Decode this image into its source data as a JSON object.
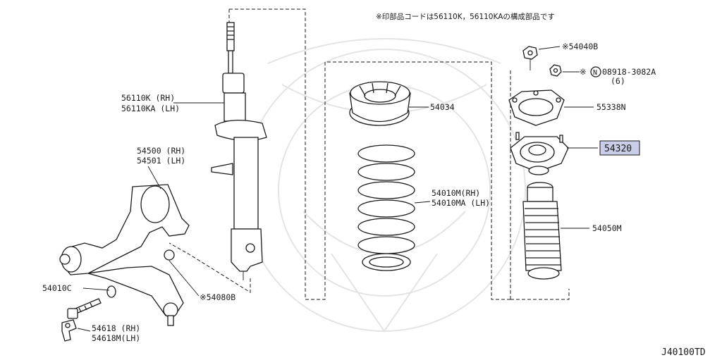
{
  "note": "※印部品コードは56110K，56110KAの構成部品です",
  "diagram_id": "J40100TD",
  "highlight_color": "#c9cde8",
  "parts": {
    "strut": [
      "56110K (RH)",
      "56110KA (LH)"
    ],
    "lower_arm": [
      "54500 (RH)",
      "54501 (LH)"
    ],
    "bushing": "54010C",
    "stabilizer_link": [
      "54618 (RH)",
      "54618M(LH)"
    ],
    "arm_bolt": "※54080B",
    "spring_seat": "54034",
    "coil_spring": [
      "54010M(RH)",
      "54010MA (LH)"
    ],
    "nut": "※54040B",
    "bolt_code": "08918-3082A",
    "bolt_prefix": "※",
    "bolt_circle_letter": "N",
    "bolt_qty": "(6)",
    "plate": "55338N",
    "mount": "54320",
    "bump_boot": "54050M"
  }
}
